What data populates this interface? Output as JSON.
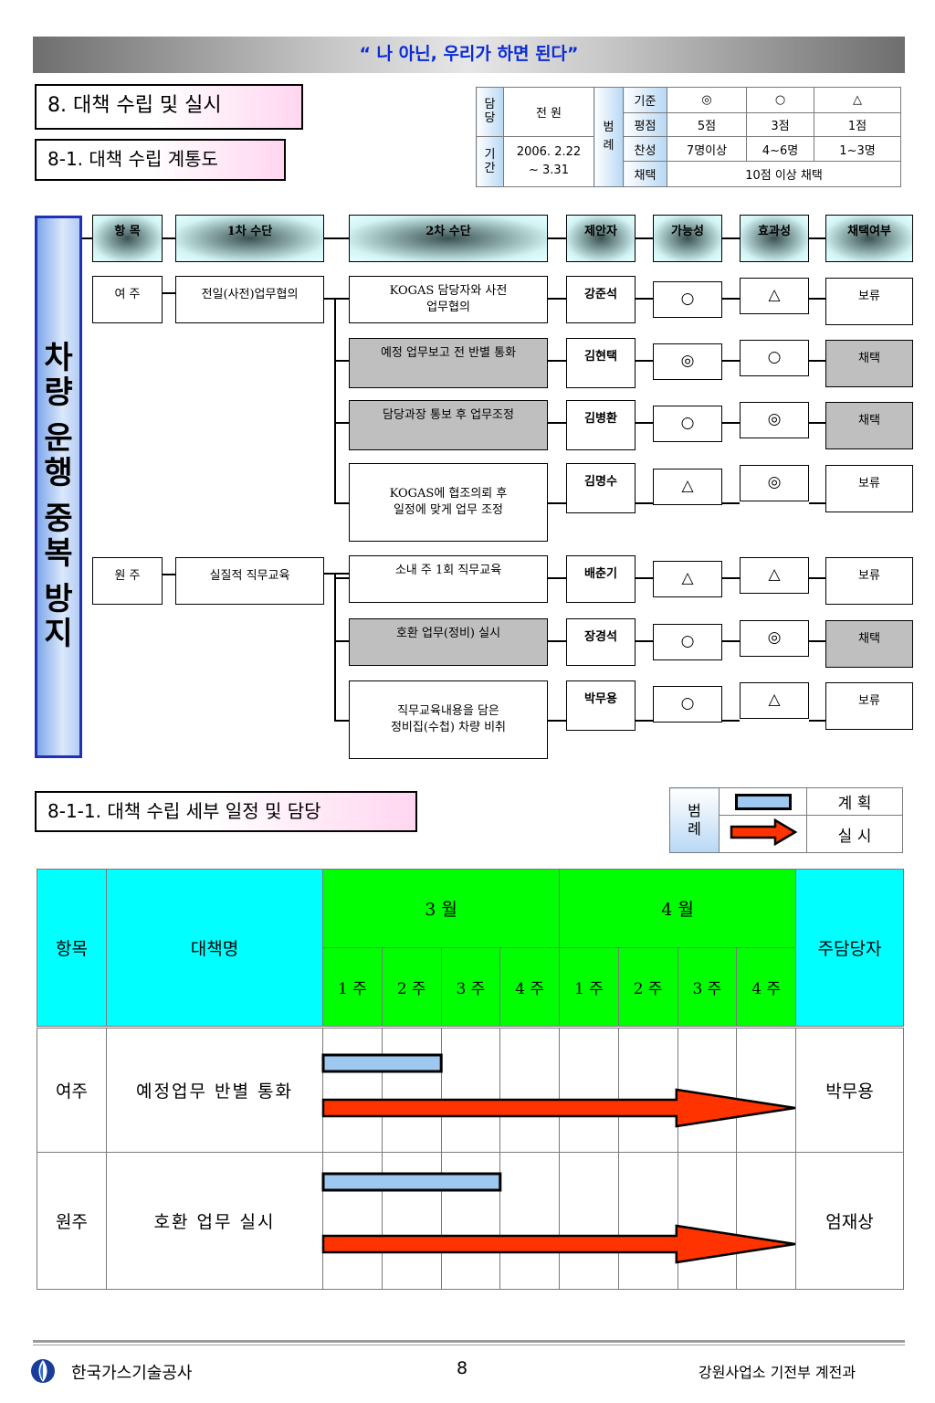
{
  "banner": "“ 나 아닌, 우리가 하면 된다”",
  "section8_title": "8. 대책 수립 및 실시",
  "section81_title": "8-1. 대책 수립 계통도",
  "info": {
    "manager_label": "담\n당",
    "manager_value": "전 원",
    "period_label": "기\n간",
    "period_value_1": "2006. 2.22",
    "period_value_2": "~ 3.31",
    "legend_label": "범\n례",
    "rows": [
      {
        "label": "기준",
        "a": "◎",
        "b": "○",
        "c": "△"
      },
      {
        "label": "평점",
        "a": "5점",
        "b": "3점",
        "c": "1점"
      },
      {
        "label": "찬성",
        "a": "7명이상",
        "b": "4~6명",
        "c": "1~3명"
      }
    ],
    "adopt_label": "채택",
    "adopt_value": "10점 이상 채택"
  },
  "tree": {
    "side_title": "차량 운행 중복 방지",
    "headers": {
      "item": "항 목",
      "first": "1차 수단",
      "second": "2차 수단",
      "proposer": "제안자",
      "possibility": "가능성",
      "effect": "효과성",
      "adopt": "채택여부"
    },
    "groups": [
      {
        "item": "여 주",
        "first": "전일(사전)업무협의"
      },
      {
        "item": "원 주",
        "first": "실질적 직무교육"
      }
    ],
    "rows": [
      {
        "second": "KOGAS 담당자와 사전\n업무협의",
        "proposer": "강준석",
        "possibility": "○",
        "effect": "△",
        "adopt": "보류"
      },
      {
        "second": "예정 업무보고 전 반별 통화",
        "proposer": "김현택",
        "possibility": "◎",
        "effect": "○",
        "adopt": "채택"
      },
      {
        "second": "담당과장 통보 후 업무조정",
        "proposer": "김병환",
        "possibility": "○",
        "effect": "◎",
        "adopt": "채택"
      },
      {
        "second": "KOGAS에 협조의뢰 후\n일정에 맞게 업무 조정",
        "proposer": "김명수",
        "possibility": "△",
        "effect": "◎",
        "adopt": "보류"
      },
      {
        "second": "소내 주 1회 직무교육",
        "proposer": "배춘기",
        "possibility": "△",
        "effect": "△",
        "adopt": "보류"
      },
      {
        "second": "호환 업무(정비) 실시",
        "proposer": "장경석",
        "possibility": "○",
        "effect": "◎",
        "adopt": "채택"
      },
      {
        "second": "직무교육내용을 담은\n정비집(수첩) 차량 비취",
        "proposer": "박무용",
        "possibility": "○",
        "effect": "△",
        "adopt": "보류"
      }
    ]
  },
  "section811_title": "8-1-1. 대책 수립 세부 일정 및 담당",
  "schedule_legend": {
    "label": "범\n례",
    "plan": "계 획",
    "do": "실 시"
  },
  "schedule": {
    "item_header": "항목",
    "name_header": "대책명",
    "month1": "3  월",
    "month2": "4  월",
    "owner_header": "주담당자",
    "weeks": [
      "1 주",
      "2 주",
      "3 주",
      "4 주",
      "1 주",
      "2 주",
      "3 주",
      "4 주"
    ],
    "rows": [
      {
        "item": "여주",
        "name": "예정업무 반별 통화",
        "owner": "박무용",
        "plan_weeks": 2,
        "do_weeks": 8
      },
      {
        "item": "원주",
        "name": "호환 업무 실시",
        "owner": "엄재상",
        "plan_weeks": 3,
        "do_weeks": 8
      }
    ]
  },
  "colors": {
    "plan": "#9ec8f0",
    "do": "#ff3300",
    "header_cyan": "#00ffff",
    "header_green": "#00ff00",
    "banner_text": "#0b2bd6"
  },
  "footer": {
    "company": "한국가스기술공사",
    "page": "8",
    "dept": "강원사업소 기전부 계전과"
  }
}
